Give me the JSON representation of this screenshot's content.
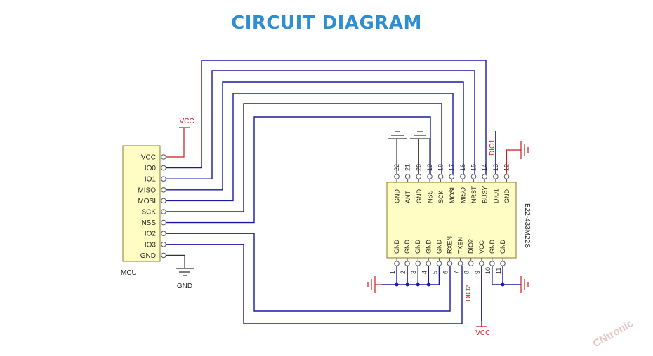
{
  "title": "CIRCUIT DIAGRAM",
  "mcu": {
    "name": "MCU",
    "pins": [
      "VCC",
      "IO0",
      "IO1",
      "MISO",
      "MOSI",
      "SCK",
      "NSS",
      "IO2",
      "IO3",
      "GND"
    ],
    "vcc_label": "VCC",
    "gnd_label": "GND"
  },
  "module": {
    "name": "E22-433M22S",
    "top_pins": [
      {
        "num": "22",
        "label": "GND"
      },
      {
        "num": "21",
        "label": "ANT"
      },
      {
        "num": "20",
        "label": "GND"
      },
      {
        "num": "19",
        "label": "NSS"
      },
      {
        "num": "18",
        "label": "SCK"
      },
      {
        "num": "17",
        "label": "MOSI"
      },
      {
        "num": "16",
        "label": "MISO"
      },
      {
        "num": "15",
        "label": "NRST"
      },
      {
        "num": "14",
        "label": "BUSY"
      },
      {
        "num": "13",
        "label": "DIO1"
      },
      {
        "num": "12",
        "label": "GND"
      }
    ],
    "bottom_pins": [
      {
        "num": "1",
        "label": "GND"
      },
      {
        "num": "2",
        "label": "GND"
      },
      {
        "num": "3",
        "label": "GND"
      },
      {
        "num": "4",
        "label": "GND"
      },
      {
        "num": "5",
        "label": "GND"
      },
      {
        "num": "6",
        "label": "RXEN"
      },
      {
        "num": "7",
        "label": "TXEN"
      },
      {
        "num": "8",
        "label": "DIO2"
      },
      {
        "num": "9",
        "label": "VCC"
      },
      {
        "num": "10",
        "label": "GND"
      },
      {
        "num": "11",
        "label": "GND"
      }
    ]
  },
  "net_labels": {
    "dio1": "DIO1",
    "dio2": "DIO2",
    "vcc": "VCC"
  },
  "watermark": "CNtronic",
  "colors": {
    "title": "#2e8ed0",
    "wire": "#1a1aa0",
    "power": "#c41e1e",
    "part_fill": "#fffcc4"
  }
}
